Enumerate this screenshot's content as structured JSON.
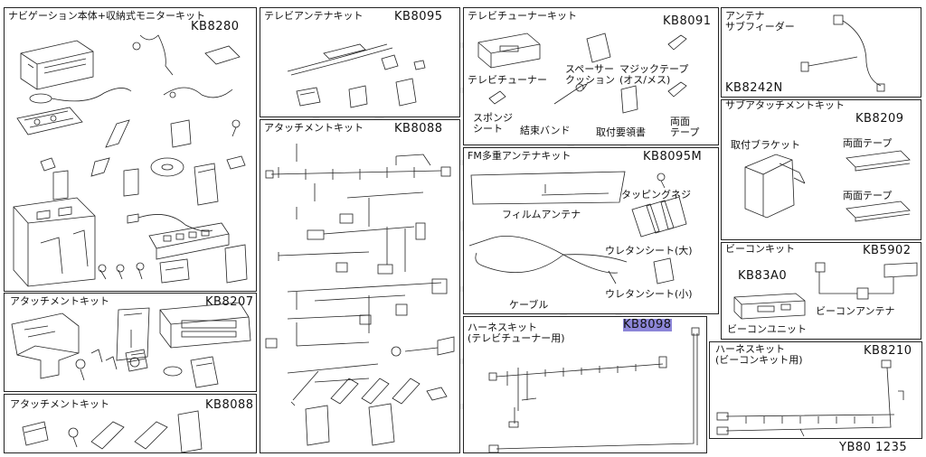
{
  "panels": {
    "nav": {
      "title": "ナビゲーション本体+収納式モニターキット",
      "code": "KB8280"
    },
    "tv_antenna": {
      "title": "テレビアンテナキット",
      "code": "KB8095"
    },
    "tv_tuner": {
      "title": "テレビチューナーキット",
      "code": "KB8091",
      "labels": {
        "tuner": "テレビチューナー",
        "spacer": "スペーサー\nクッション",
        "magic_tape": "マジックテープ\n(オス/メス)",
        "sponge": "スポンジ\nシート",
        "band": "結束バンド",
        "manual": "取付要領書",
        "double_tape": "両面\nテープ"
      }
    },
    "antenna_feeder": {
      "title": "アンテナ\nサブフィーダー",
      "code": "KB8242N"
    },
    "sub_attach": {
      "title": "サブアタッチメントキット",
      "code": "KB8209",
      "labels": {
        "bracket": "取付ブラケット",
        "tape1": "両面テープ",
        "tape2": "両面テープ"
      }
    },
    "attach_8088_mid": {
      "title": "アタッチメントキット",
      "code": "KB8088"
    },
    "fm_antenna": {
      "title": "FM多重アンテナキット",
      "code": "KB8095M",
      "labels": {
        "tapping": "タッピングネジ",
        "film": "フィルムアンテナ",
        "urethane_l": "ウレタンシート(大)",
        "cable": "ケーブル",
        "urethane_s": "ウレタンシート(小)"
      }
    },
    "beacon": {
      "title": "ビーコンキット",
      "code": "KB5902",
      "labels": {
        "unit_code": "KB83A0",
        "antenna": "ビーコンアンテナ",
        "unit": "ビーコンユニット"
      }
    },
    "attach_8207": {
      "title": "アタッチメントキット",
      "code": "KB8207"
    },
    "harness_tv": {
      "title": "ハーネスキット\n(テレビチューナー用)",
      "code": "KB8098"
    },
    "harness_beacon": {
      "title": "ハーネスキット\n(ビーコンキット用)",
      "code": "KB8210"
    },
    "attach_8088_bot": {
      "title": "アタッチメントキット",
      "code": "KB8088"
    }
  },
  "footer": {
    "ref": "YB80 1235"
  }
}
